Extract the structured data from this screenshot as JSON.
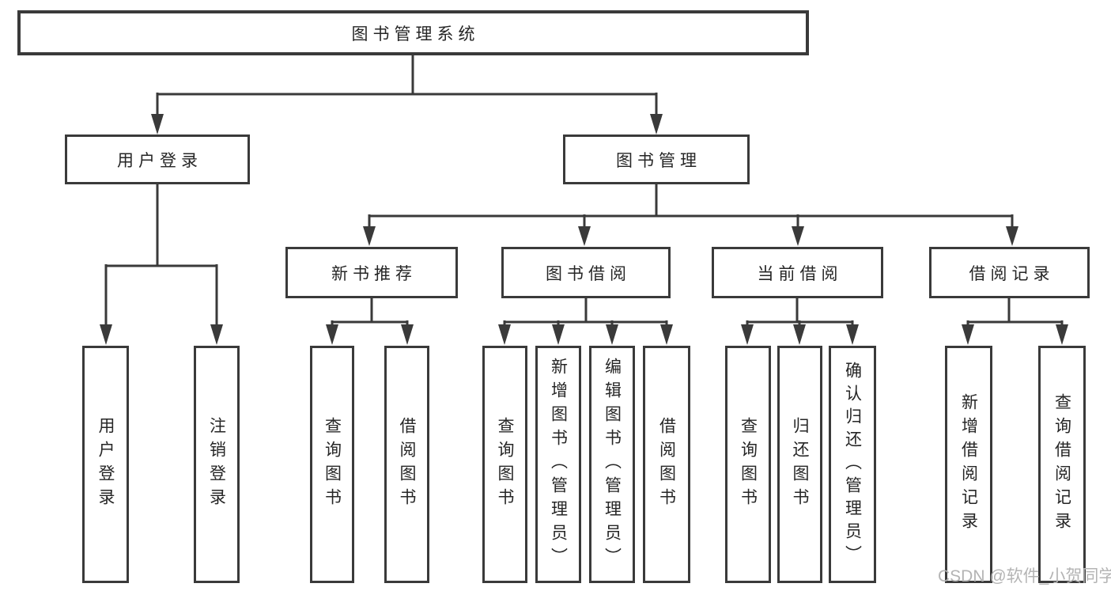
{
  "tree": {
    "root": {
      "label": "图书管理系统",
      "children": [
        {
          "label": "用户登录",
          "children": [
            {
              "label": "用户登录"
            },
            {
              "label": "注销登录"
            }
          ]
        },
        {
          "label": "图书管理",
          "children": [
            {
              "label": "新书推荐",
              "children": [
                {
                  "label": "查询图书"
                },
                {
                  "label": "借阅图书"
                }
              ]
            },
            {
              "label": "图书借阅",
              "children": [
                {
                  "label": "查询图书"
                },
                {
                  "label": "新增图书（管理员）"
                },
                {
                  "label": "编辑图书（管理员）"
                },
                {
                  "label": "借阅图书"
                }
              ]
            },
            {
              "label": "当前借阅",
              "children": [
                {
                  "label": "查询图书"
                },
                {
                  "label": "归还图书"
                },
                {
                  "label": "确认归还（管理员）"
                }
              ]
            },
            {
              "label": "借阅记录",
              "children": [
                {
                  "label": "新增借阅记录"
                },
                {
                  "label": "查询借阅记录"
                }
              ]
            }
          ]
        }
      ]
    }
  },
  "watermark": {
    "text": "CSDN @软件_小贺同学"
  },
  "colors": {
    "line": "#3a3a3a",
    "box_border": "#3a3a3a",
    "text": "#262626",
    "watermark": "#b4b4b4",
    "background": "#ffffff"
  }
}
